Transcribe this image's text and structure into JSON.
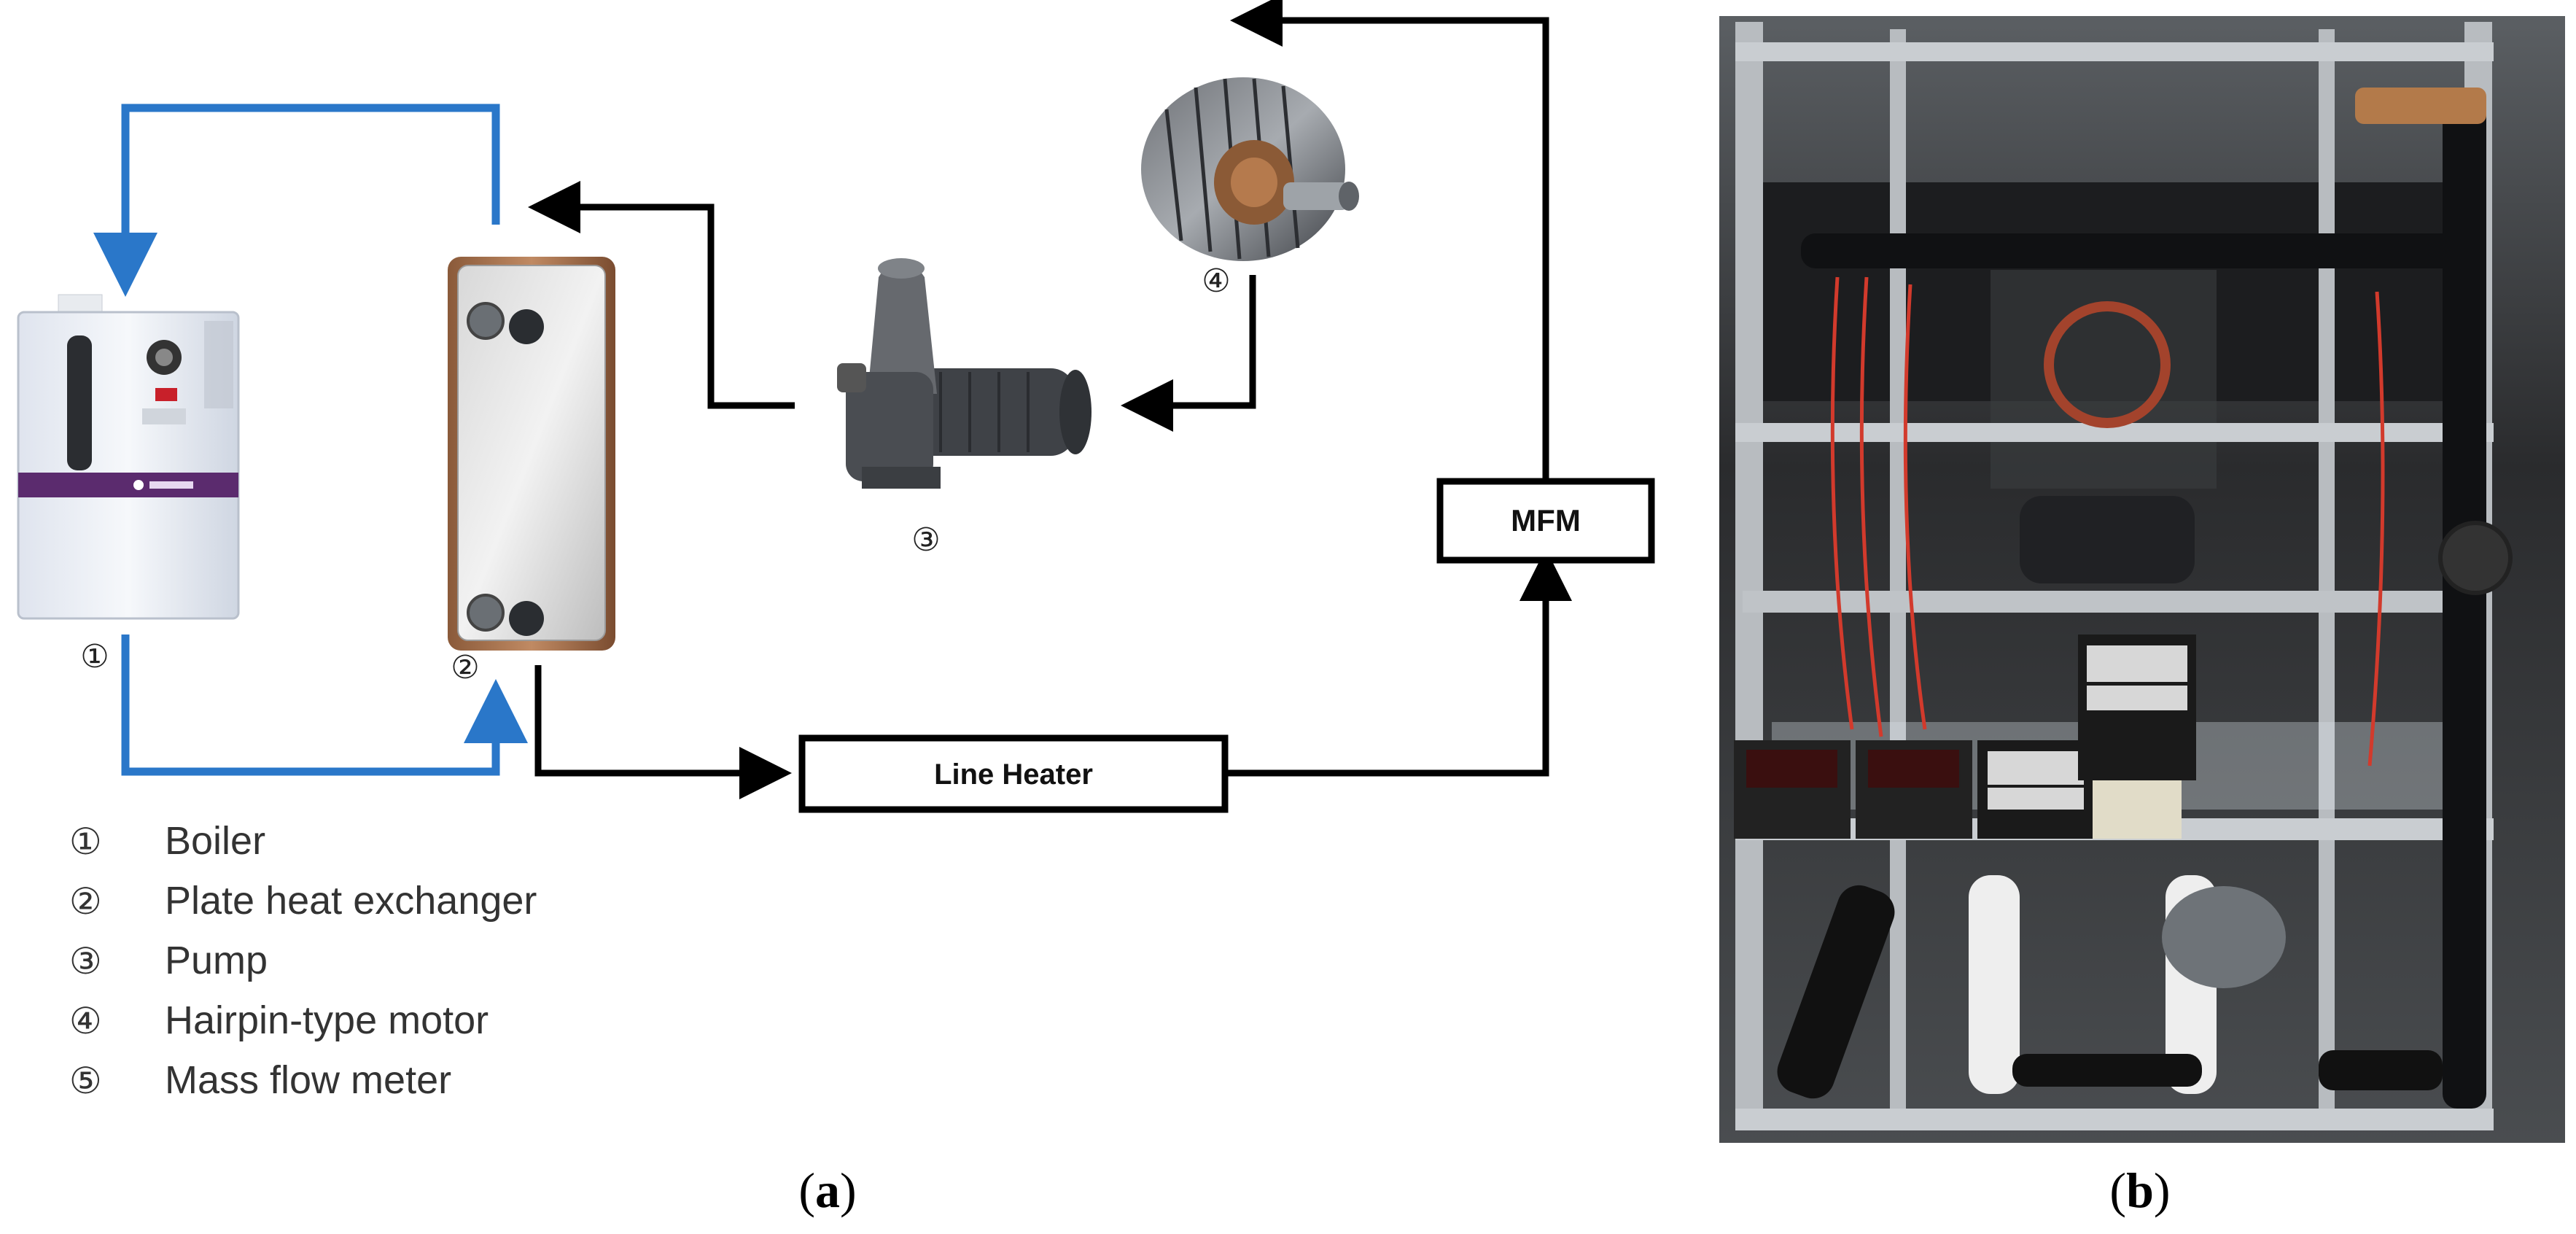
{
  "diagram": {
    "components": {
      "boiler_num": "①",
      "phe_num": "②",
      "pump_num": "③",
      "motor_num": "④"
    },
    "boxes": {
      "mfm": "MFM",
      "line_heater": "Line Heater"
    },
    "legend": [
      {
        "num": "①",
        "label": "Boiler"
      },
      {
        "num": "②",
        "label": "Plate heat exchanger"
      },
      {
        "num": "③",
        "label": "Pump"
      },
      {
        "num": "④",
        "label": "Hairpin-type motor"
      },
      {
        "num": "⑤",
        "label": "Mass flow meter"
      }
    ],
    "captions": {
      "a_open": "(",
      "a_letter": "a",
      "a_close": ")",
      "b_open": "(",
      "b_letter": "b",
      "b_close": ")"
    },
    "colors": {
      "blue_loop": "#2a77c9",
      "black_loop": "#000000"
    }
  }
}
